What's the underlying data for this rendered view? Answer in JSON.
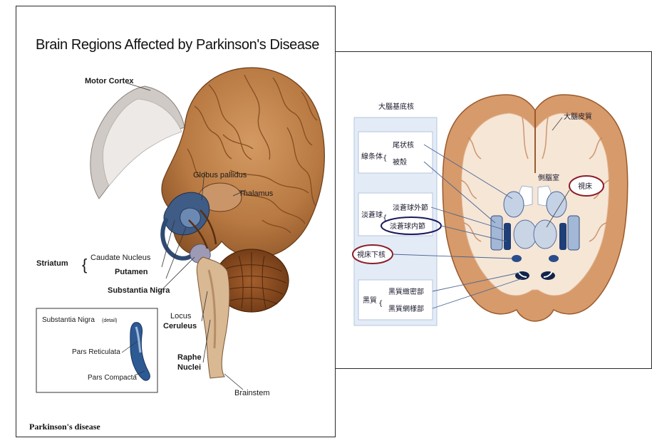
{
  "left": {
    "title": "Brain Regions Affected by Parkinson's Disease",
    "labels": {
      "motor_cortex": "Motor Cortex",
      "globus_pallidus": "Globus pallidus",
      "thalamus": "Thalamus",
      "striatum": "Striatum",
      "caudate_nucleus": "Caudate Nucleus",
      "putamen": "Putamen",
      "substantia_nigra": "Substantia Nigra",
      "locus": "Locus",
      "ceruleus": "Ceruleus",
      "raphe": "Raphe",
      "nuclei": "Nuclei",
      "brainstem": "Brainstem"
    },
    "detail_box": {
      "title": "Substantia Nigra",
      "title_note": "(detail)",
      "pars_reticulata": "Pars Reticulata",
      "pars_compacta": "Pars Compacta"
    },
    "caption": "Parkinson's disease"
  },
  "right": {
    "header": "大腦基底核",
    "cortex": "大腦皮質",
    "ventricle": "側腦室",
    "thalamus": "視床",
    "hypothalamus": "視床下核",
    "groups": {
      "striatum": "線条体",
      "caudate": "尾状核",
      "putamen": "被殼",
      "globus_pallidus": "淡蒼球",
      "gp_external": "淡蒼球外節",
      "gp_internal": "淡蒼球内節",
      "substantia_nigra": "黑質",
      "sn_compacta": "黑質緻密部",
      "sn_reticulata": "黑質網様部"
    }
  }
}
